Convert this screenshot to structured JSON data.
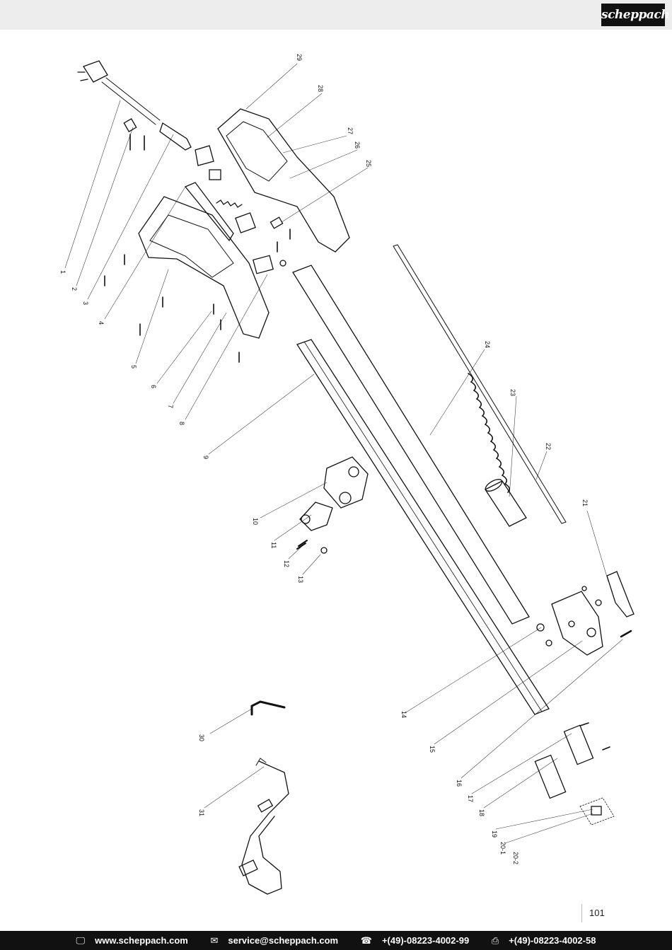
{
  "brand": {
    "logo_text": "scheppach"
  },
  "diagram": {
    "part_labels": [
      "1",
      "2",
      "3",
      "4",
      "5",
      "6",
      "7",
      "8",
      "9",
      "10",
      "11",
      "12",
      "13",
      "14",
      "15",
      "16",
      "17",
      "18",
      "19",
      "20-1",
      "20-2",
      "21",
      "22",
      "23",
      "24",
      "25",
      "26",
      "27",
      "28",
      "29",
      "30",
      "31"
    ]
  },
  "page": {
    "number": "101"
  },
  "footer": {
    "website": "www.scheppach.com",
    "email": "service@scheppach.com",
    "phone": "+(49)-08223-4002-99",
    "fax": "+(49)-08223-4002-58",
    "icons": [
      "monitor-icon",
      "mail-icon",
      "phone-icon",
      "fax-icon"
    ]
  }
}
